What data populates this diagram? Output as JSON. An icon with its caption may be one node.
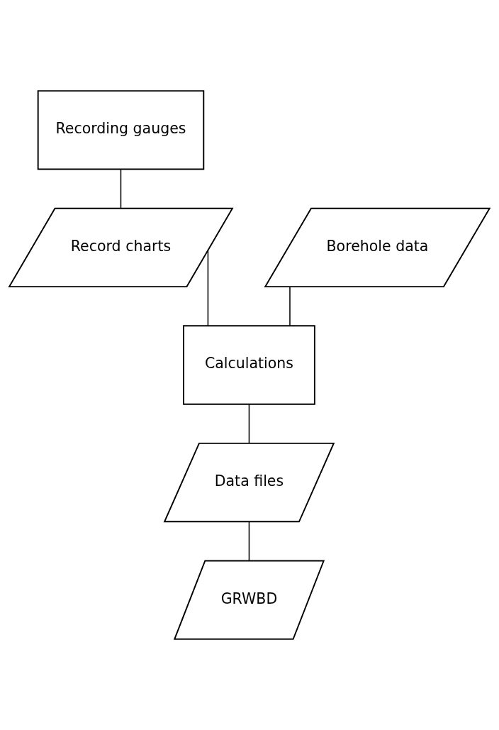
{
  "diagram": {
    "nodes": [
      {
        "text": [
          "Recording gauges"
        ]
      },
      {
        "text": [
          "Record charts"
        ]
      },
      {
        "text": [
          "Borehole data"
        ]
      },
      {
        "text": [
          "Calculations"
        ]
      },
      {
        "text": [
          "Data files"
        ]
      },
      {
        "text": [
          "GRWBD"
        ]
      }
    ],
    "edges": [
      {
        "from": 0,
        "to": 1,
        "arrow": "none"
      },
      {
        "from": 1,
        "to": 3,
        "arrow": "none"
      },
      {
        "from": 2,
        "to": 3,
        "arrow": "none"
      },
      {
        "from": 3,
        "to": 4,
        "arrow": "none"
      },
      {
        "from": 4,
        "to": 5,
        "arrow": "none"
      }
    ]
  }
}
